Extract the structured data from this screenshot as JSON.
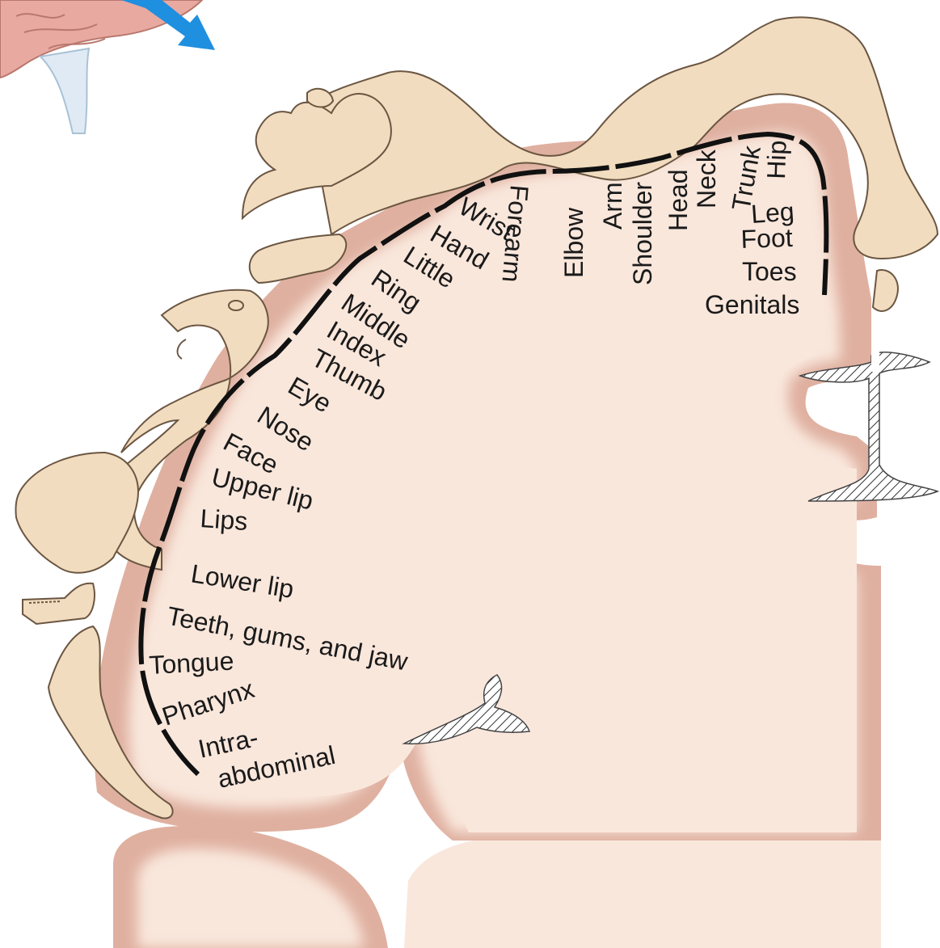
{
  "labels": {
    "wrist": "Wrist",
    "hand": "Hand",
    "little": "Little",
    "ring": "Ring",
    "middle": "Middle",
    "index": "Index",
    "thumb": "Thumb",
    "eye": "Eye",
    "nose": "Nose",
    "face": "Face",
    "upper_lip": "Upper lip",
    "lips": "Lips",
    "lower_lip": "Lower lip",
    "teeth": "Teeth, gums, and jaw",
    "tongue": "Tongue",
    "pharynx": "Pharynx",
    "intra": "Intra-",
    "abdominal": "abdominal",
    "forearm": "Forearm",
    "elbow": "Elbow",
    "arm": "Arm",
    "shoulder": "Shoulder",
    "head": "Head",
    "neck": "Neck",
    "trunk": "Trunk",
    "hip": "Hip",
    "leg": "Leg",
    "foot": "Foot",
    "toes": "Toes",
    "genitals": "Genitals"
  },
  "colors": {
    "cortex_gray": "#dfb0a0",
    "white_matter": "#f9e7dc",
    "homunculus_skin": "#f1dcbf",
    "homunculus_outline": "#6b5642",
    "arrow": "#1f8fe0",
    "boundary_line": "#111111"
  },
  "icons": {
    "body_map": "homunculus-figure",
    "pointer": "blue-arrow"
  }
}
